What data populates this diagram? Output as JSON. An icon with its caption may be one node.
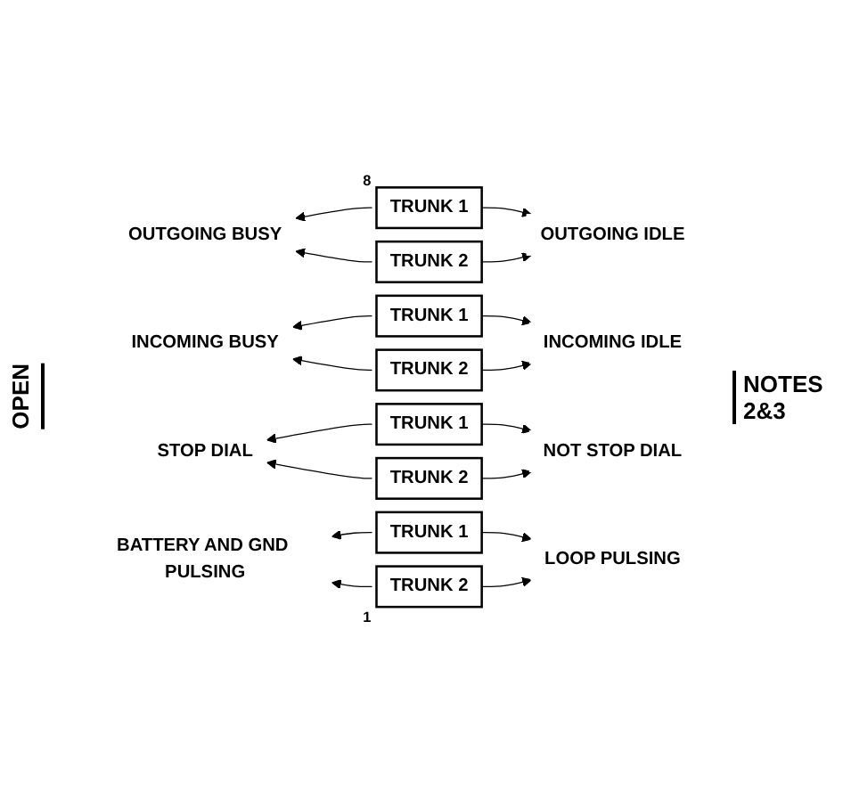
{
  "diagram": {
    "nodes": [
      {
        "text": [
          "OUTGOING BUSY"
        ]
      },
      {
        "text": [
          "TRUNK 1"
        ],
        "beside": [
          "8"
        ]
      },
      {
        "text": [
          "TRUNK 2"
        ]
      },
      {
        "text": [
          "OUTGOING IDLE"
        ]
      },
      {
        "text": [
          "INCOMING BUSY"
        ]
      },
      {
        "text": [
          "TRUNK 1"
        ]
      },
      {
        "text": [
          "TRUNK 2"
        ]
      },
      {
        "text": [
          "INCOMING IDLE"
        ]
      },
      {
        "text": [
          "STOP DIAL"
        ]
      },
      {
        "text": [
          "TRUNK 1"
        ]
      },
      {
        "text": [
          "TRUNK 2"
        ]
      },
      {
        "text": [
          "NOT STOP DIAL"
        ]
      },
      {
        "text": [
          "BATTERY AND GND PULSING"
        ]
      },
      {
        "text": [
          "TRUNK 1"
        ]
      },
      {
        "text": [
          "TRUNK 2"
        ],
        "beside": [
          "1"
        ]
      },
      {
        "text": [
          "LOOP PULSING"
        ]
      }
    ],
    "edges": [
      {
        "from": 1,
        "to": 0,
        "arrow": "to"
      },
      {
        "from": 1,
        "to": 3,
        "arrow": "to"
      },
      {
        "from": 2,
        "to": 0,
        "arrow": "to"
      },
      {
        "from": 2,
        "to": 3,
        "arrow": "to"
      },
      {
        "from": 5,
        "to": 4,
        "arrow": "to"
      },
      {
        "from": 5,
        "to": 7,
        "arrow": "to"
      },
      {
        "from": 6,
        "to": 4,
        "arrow": "to"
      },
      {
        "from": 6,
        "to": 7,
        "arrow": "to"
      },
      {
        "from": 9,
        "to": 8,
        "arrow": "to"
      },
      {
        "from": 9,
        "to": 11,
        "arrow": "to"
      },
      {
        "from": 10,
        "to": 8,
        "arrow": "to"
      },
      {
        "from": 10,
        "to": 11,
        "arrow": "to"
      },
      {
        "from": 13,
        "to": 12,
        "arrow": "to"
      },
      {
        "from": 13,
        "to": 15,
        "arrow": "to"
      },
      {
        "from": 14,
        "to": 12,
        "arrow": "to"
      },
      {
        "from": 14,
        "to": 15,
        "arrow": "to"
      }
    ],
    "labels": [
      "OPEN",
      "NOTES 2&3"
    ]
  }
}
